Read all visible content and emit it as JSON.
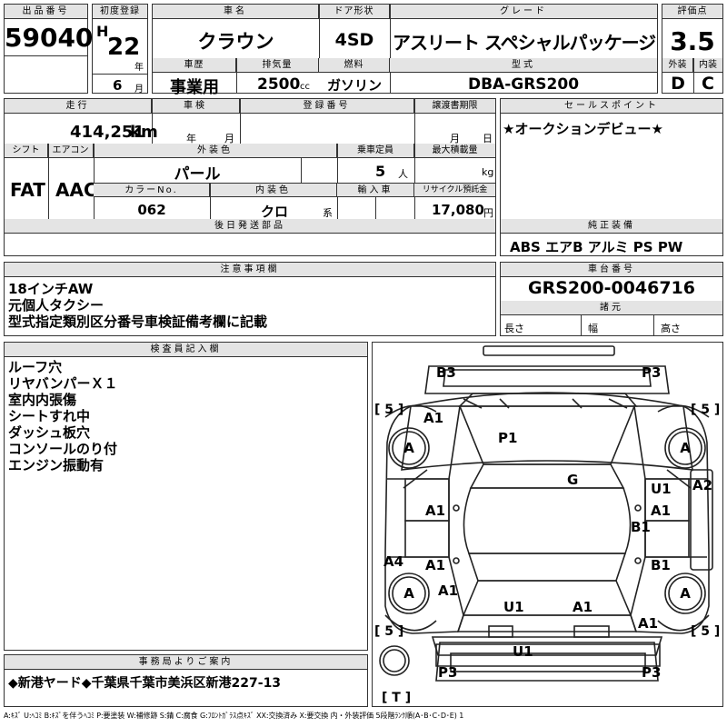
{
  "header": {
    "lot_label": "出品番号",
    "lot_value": "59040",
    "reg_label": "初度登録",
    "era": "H",
    "year": "22",
    "year_unit": "年",
    "month": "6",
    "month_unit": "月",
    "name_label": "車名",
    "name_value": "クラウン",
    "door_label": "ドア形状",
    "door_value": "4SD",
    "grade_label": "グレード",
    "grade_value": "アスリート スペシャルパッケージ",
    "score_label": "評価点",
    "score_value": "3.5",
    "history_label": "車歴",
    "history_value": "事業用",
    "displacement_label": "排気量",
    "displacement_value": "2500",
    "displacement_unit": "cc",
    "fuel_label": "燃料",
    "fuel_value": "ガソリン",
    "model_label": "型式",
    "model_value": "DBA-GRS200",
    "ext_grade_label": "外装",
    "ext_grade_value": "D",
    "int_grade_label": "内装",
    "int_grade_value": "C"
  },
  "row2": {
    "mileage_label": "走行",
    "mileage_value": "414,251",
    "mileage_unit": "km",
    "inspection_label": "車検",
    "inspection_year_unit": "年",
    "inspection_month_unit": "月",
    "regno_label": "登録番号",
    "transfer_label": "譲渡書期限",
    "transfer_month_unit": "月",
    "transfer_day_unit": "日",
    "sales_point_label": "セールスポイント",
    "sales_point_value": "★オークションデビュー★"
  },
  "row3": {
    "shift_label": "シフト",
    "shift_value": "FAT",
    "ac_label": "エアコン",
    "ac_value": "AAC",
    "color_label": "外装色",
    "color_value": "パール",
    "capacity_label": "乗車定員",
    "capacity_value": "5",
    "capacity_unit": "人",
    "load_label": "最大積載量",
    "load_unit": "kg",
    "colorno_label": "カラーNo.",
    "colorno_value": "062",
    "interior_label": "内装色",
    "interior_value": "クロ",
    "interior_unit": "系",
    "import_label": "輸入車",
    "recycle_label": "リサイクル預託金",
    "recycle_value": "17,080",
    "recycle_unit": "円",
    "later_parts_label": "後日発送部品",
    "equipment_label": "純正装備",
    "equipment_value": "ABS エアB アルミ PS PW"
  },
  "caution": {
    "label": "注意事項欄",
    "lines": [
      "18インチAW",
      "元個人タクシー",
      "型式指定類別区分番号車検証備考欄に記載"
    ]
  },
  "chassis": {
    "label": "車台番号",
    "value": "GRS200-0046716",
    "spec_label": "諸元",
    "length_label": "長さ",
    "width_label": "幅",
    "height_label": "高さ"
  },
  "inspector": {
    "label": "検査員記入欄",
    "lines": [
      "ルーフ穴",
      "リヤバンパーＸ１",
      "室内内張傷",
      "シートすれ中",
      "ダッシュ板穴",
      "コンソールのり付",
      "エンジン振動有"
    ]
  },
  "office": {
    "label": "事務局よりご案内",
    "value": "◆新港ヤード◆千葉県千葉市美浜区新港227-13"
  },
  "legend": "A:ｷｽﾞ U:ﾍｺﾐ B:ｷｽﾞを伴うﾍｺﾐ P:要塗装 W:補修跡 S:錆 C:腐食 G:ﾌﾛﾝﾄｶﾞﾗｽ点ｷｽﾞ XX:交換済み X:要交換 内・外装評価 5段階ﾗﾝｸ順(A･B･C･D･E) 1",
  "diagram": {
    "marks": [
      "B3",
      "P3",
      "A1",
      "P1",
      "G",
      "U1",
      "A2",
      "A1",
      "A1",
      "B1",
      "A4",
      "A1",
      "B1",
      "A1",
      "U1",
      "A1",
      "A1",
      "U1",
      "P3",
      "P3"
    ],
    "tires": [
      "A",
      "A",
      "A",
      "A"
    ],
    "tire_brackets": [
      "[ 5 ]",
      "[ 5 ]",
      "[ 5 ]",
      "[ 5 ]"
    ],
    "spare_label": "[ T ]"
  }
}
